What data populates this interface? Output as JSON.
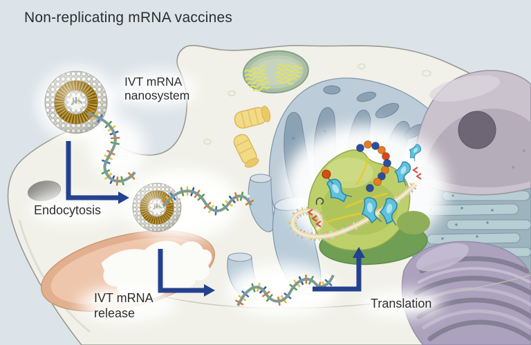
{
  "title": "Non-replicating mRNA vaccines",
  "labels": {
    "nanosystem": [
      "IVT mRNA",
      "nanosystem"
    ],
    "endocytosis": "Endocytosis",
    "release": [
      "IVT mRNA",
      "release"
    ],
    "translation": "Translation"
  },
  "palette": {
    "background": "#dce4e9",
    "cell_fill": "#f1f1e9",
    "cell_outline": "#97998f",
    "arrow": "#24418e",
    "text": "#2c2c2c",
    "nanoparticle_gold": "#c09228",
    "er_blue": "#8ba2b5",
    "golgi_purple": "#aca2bd",
    "nucleus_gray": "#cac3cd",
    "mito_green": "#a9bfa4",
    "mito_pink": "#e2af8f",
    "ribosome_green": "#bdd06b",
    "mrna_backbone": "#7e9a94",
    "mrna_rungs": [
      "#e2762a",
      "#e8c33a",
      "#3f6cc0",
      "#ffffff",
      "#52a044",
      "#e8c33a",
      "#2f58a8",
      "#e2762a",
      "#52a044",
      "#ffffff"
    ],
    "ladder_rungs": [
      "#e59aa0",
      "#9ab4dd",
      "#ddc97f",
      "#9fcf9a",
      "#e8b070",
      "#c9dde8"
    ]
  }
}
